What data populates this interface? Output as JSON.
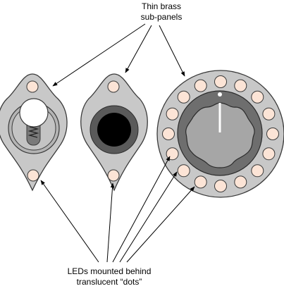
{
  "annotations": {
    "top": {
      "line1": "Thin brass",
      "line2": "sub-panels"
    },
    "bottom": {
      "line1": "LEDs mounted behind",
      "line2": "translucent “dots”"
    }
  },
  "colors": {
    "panel_fill": "#c8c8c8",
    "panel_stroke": "#3a3a3a",
    "led_fill": "#fce4d6",
    "knob_ring": "#6e6e6e",
    "knob_body": "#a6a6a6",
    "knob_outer_disc": "#8a8a8a",
    "socket_ring": "#5a5a5a",
    "socket_hole": "#000000",
    "lamp_white": "#ffffff"
  },
  "components": [
    {
      "name": "toggle-panel"
    },
    {
      "name": "socket-panel"
    },
    {
      "name": "knob-panel"
    }
  ]
}
